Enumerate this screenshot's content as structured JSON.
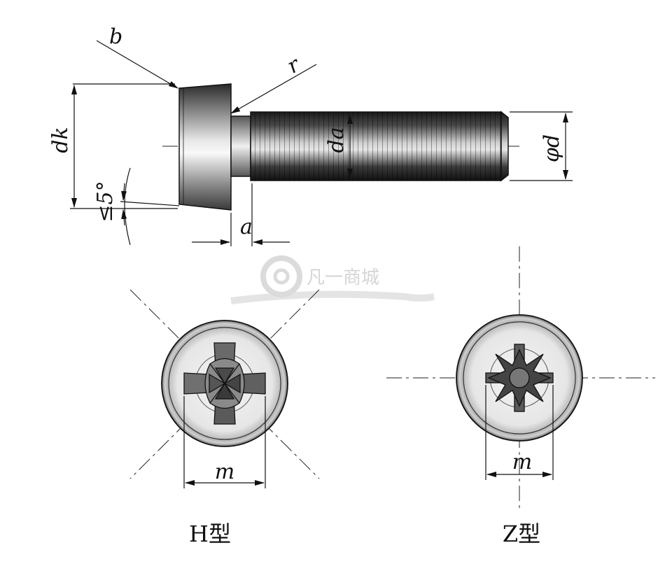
{
  "labels": {
    "b": "b",
    "r": "r",
    "dk": "dk",
    "da": "da",
    "d": "φd",
    "angle": "≤5°",
    "a": "a",
    "m_h": "m",
    "m_z": "m"
  },
  "captions": {
    "h_type": "H型",
    "z_type": "Z型"
  },
  "watermark": {
    "text": "凡一商城"
  }
}
